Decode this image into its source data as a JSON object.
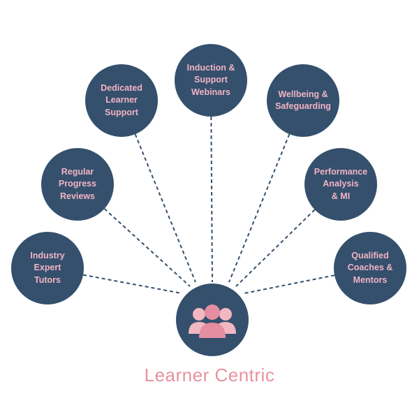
{
  "colors": {
    "node_fill": "#34506d",
    "label_text": "#f2b3c3",
    "connector": "#34506d",
    "caption": "#e8929f",
    "people_light": "#f3b7c2",
    "people_dark": "#e58ea1"
  },
  "center": {
    "icon": "people-group-icon",
    "caption": "Learner Centric"
  },
  "nodes": [
    {
      "id": "industry-expert-tutors",
      "label": "Industry\nExpert\nTutors"
    },
    {
      "id": "regular-progress-reviews",
      "label": "Regular\nProgress\nReviews"
    },
    {
      "id": "dedicated-learner-support",
      "label": "Dedicated\nLearner\nSupport"
    },
    {
      "id": "induction-support-webinars",
      "label": "Induction &\nSupport\nWebinars"
    },
    {
      "id": "wellbeing-safeguarding",
      "label": "Wellbeing &\nSafeguarding"
    },
    {
      "id": "performance-analysis-mi",
      "label": "Performance\nAnalysis\n& MI"
    },
    {
      "id": "qualified-coaches-mentors",
      "label": "Qualified\nCoaches &\nMentors"
    }
  ]
}
